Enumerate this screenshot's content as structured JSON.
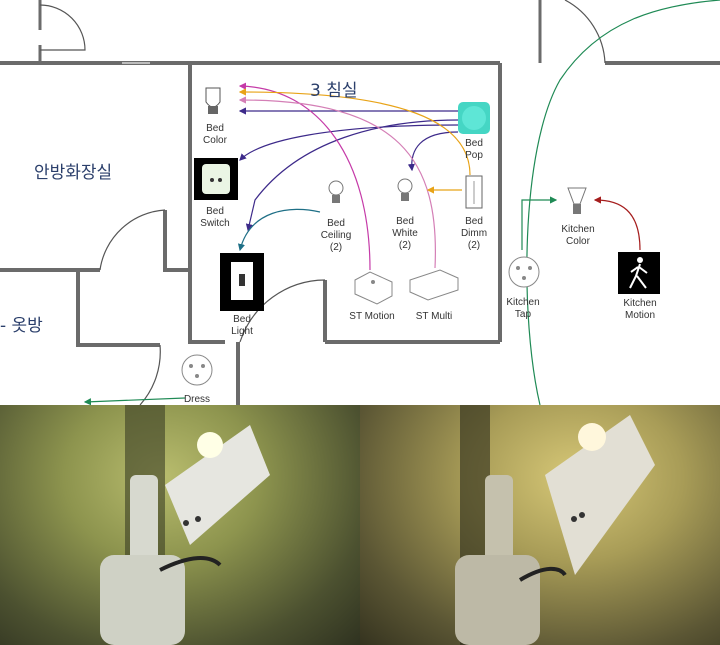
{
  "rooms": {
    "bedroom3": "3 침실",
    "master_vanity": "안방화장실",
    "closet": "- 옷방"
  },
  "devices": [
    {
      "id": "bed-color",
      "icon": "bulb-icon",
      "lines": [
        "Bed",
        "Color"
      ]
    },
    {
      "id": "bed-pop",
      "icon": "pop-button-icon",
      "lines": [
        "Bed",
        "Pop"
      ]
    },
    {
      "id": "bed-switch",
      "icon": "smart-plug-icon",
      "lines": [
        "Bed",
        "Switch"
      ]
    },
    {
      "id": "bed-ceiling",
      "icon": "bulb-icon",
      "lines": [
        "Bed",
        "Ceiling",
        "(2)"
      ]
    },
    {
      "id": "bed-white",
      "icon": "bulb-icon",
      "lines": [
        "Bed",
        "White",
        "(2)"
      ]
    },
    {
      "id": "bed-dimm",
      "icon": "dimmer-switch-icon",
      "lines": [
        "Bed",
        "Dimm",
        "(2)"
      ]
    },
    {
      "id": "bed-light",
      "icon": "wall-switch-icon",
      "lines": [
        "Bed",
        "Light"
      ]
    },
    {
      "id": "st-motion",
      "icon": "motion-sensor-icon",
      "lines": [
        "ST Motion"
      ]
    },
    {
      "id": "st-multi",
      "icon": "multi-sensor-icon",
      "lines": [
        "ST Multi"
      ]
    },
    {
      "id": "kitchen-tap",
      "icon": "tap-switch-icon",
      "lines": [
        "Kitchen",
        "Tap"
      ]
    },
    {
      "id": "kitchen-color",
      "icon": "spot-bulb-icon",
      "lines": [
        "Kitchen",
        "Color"
      ]
    },
    {
      "id": "kitchen-motion",
      "icon": "walking-person-icon",
      "lines": [
        "Kitchen",
        "Motion"
      ]
    },
    {
      "id": "dress",
      "icon": "tap-switch-icon",
      "lines": [
        "Dress"
      ]
    }
  ],
  "colors": {
    "wall": "#6b6b6b",
    "purple": "#3d2a8a",
    "magenta": "#c53aa8",
    "orange": "#e8a317",
    "pink": "#d47fb6",
    "teal": "#1e6f86",
    "green": "#1f8a55",
    "red": "#a51d1d",
    "pop": "#45d6c4"
  }
}
